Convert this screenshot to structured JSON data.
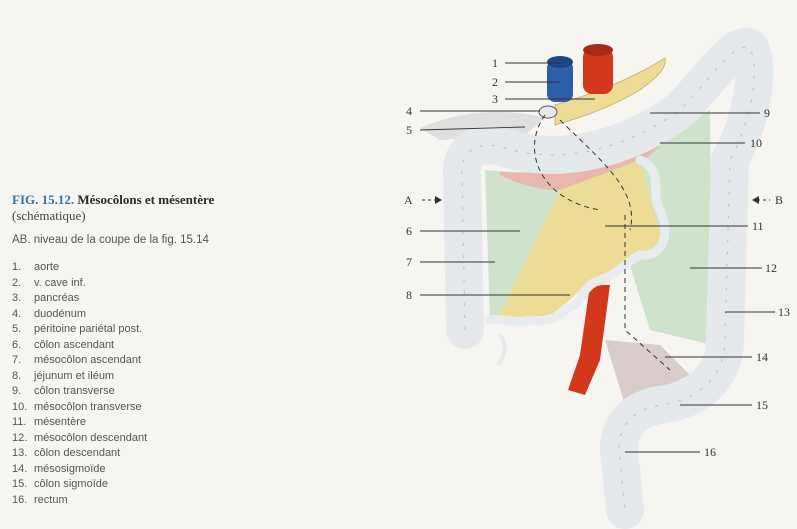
{
  "caption": {
    "fig_number": "FIG. 15.12.",
    "title": "Mésocôlons et mésentère",
    "subtitle": "(schématique)",
    "ab_note": "AB. niveau de la coupe de la fig. 15.14"
  },
  "legend": [
    {
      "num": "1.",
      "text": "aorte"
    },
    {
      "num": "2.",
      "text": "v. cave inf."
    },
    {
      "num": "3.",
      "text": "pancréas"
    },
    {
      "num": "4.",
      "text": "duodénum"
    },
    {
      "num": "5.",
      "text": "péritoine pariétal post."
    },
    {
      "num": "6.",
      "text": "côlon ascendant"
    },
    {
      "num": "7.",
      "text": "mésocôlon ascendant"
    },
    {
      "num": "8.",
      "text": "jéjunum et iléum"
    },
    {
      "num": "9.",
      "text": "côlon transverse"
    },
    {
      "num": "10.",
      "text": "mésocôlon transverse"
    },
    {
      "num": "11.",
      "text": "mésentère"
    },
    {
      "num": "12.",
      "text": "mésocôlon descendant"
    },
    {
      "num": "13.",
      "text": "côlon descendant"
    },
    {
      "num": "14.",
      "text": "mésosigmoïde"
    },
    {
      "num": "15.",
      "text": "côlon sigmoïde"
    },
    {
      "num": "16.",
      "text": "rectum"
    }
  ],
  "figure_labels": {
    "n1": "1",
    "n2": "2",
    "n3": "3",
    "n4": "4",
    "n5": "5",
    "n6": "6",
    "n7": "7",
    "n8": "8",
    "n9": "9",
    "n10": "10",
    "n11": "11",
    "n12": "12",
    "n13": "13",
    "n14": "14",
    "n15": "15",
    "n16": "16",
    "a": "A",
    "b": "B"
  },
  "colors": {
    "fig_number": "#2f78a9",
    "colon": "#e6e9ec",
    "mesocolon_green": "#cfe3cc",
    "mesentery_yellow": "#ecdc96",
    "mesocolon_transverse": "#e8b8ae",
    "aorta": "#d4381c",
    "vena_cava": "#2d5fa6",
    "mesosigmoid": "#d8cdcb"
  }
}
